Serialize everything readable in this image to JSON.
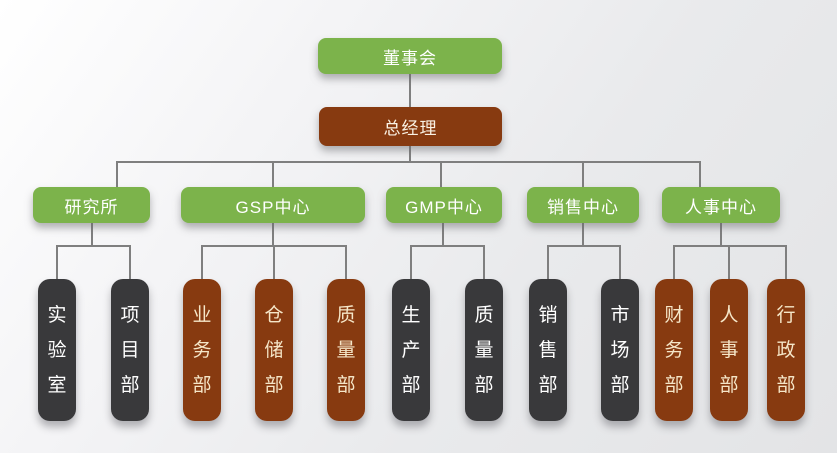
{
  "colors": {
    "green": "#7cb34b",
    "brown": "#873a10",
    "dark": "#39393b",
    "line": "#7f7f7f",
    "cream": "#f5e6c8"
  },
  "org": {
    "board": {
      "label": "董事会"
    },
    "general_manager": {
      "label": "总经理"
    },
    "groups": [
      {
        "label": "研究所",
        "children": [
          {
            "label": "实验室",
            "variant": "dark"
          },
          {
            "label": "项目部",
            "variant": "dark"
          }
        ]
      },
      {
        "label": "GSP中心",
        "children": [
          {
            "label": "业务部",
            "variant": "brown"
          },
          {
            "label": "仓储部",
            "variant": "brown"
          },
          {
            "label": "质量部",
            "variant": "brown"
          }
        ]
      },
      {
        "label": "GMP中心",
        "children": [
          {
            "label": "生产部",
            "variant": "dark"
          },
          {
            "label": "质量部",
            "variant": "dark"
          }
        ]
      },
      {
        "label": "销售中心",
        "children": [
          {
            "label": "销售部",
            "variant": "dark"
          },
          {
            "label": "市场部",
            "variant": "dark"
          }
        ]
      },
      {
        "label": "人事中心",
        "children": [
          {
            "label": "财务部",
            "variant": "brown"
          },
          {
            "label": "人事部",
            "variant": "brown"
          },
          {
            "label": "行政部",
            "variant": "brown"
          }
        ]
      }
    ]
  }
}
